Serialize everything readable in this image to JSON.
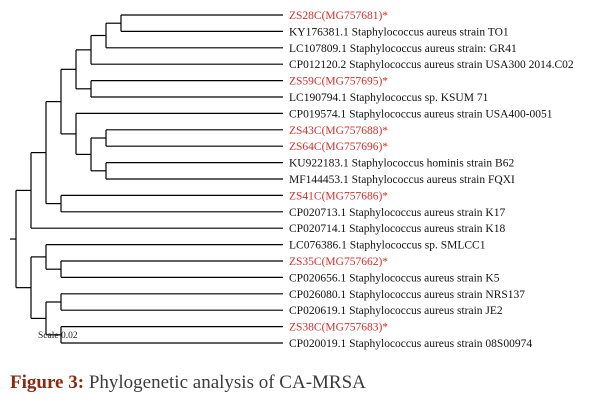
{
  "tree": {
    "root": {
      "children": [
        {
          "children": [
            {
              "children": [
                {
                  "children": [
                    {
                      "children": [
                        {
                          "children": [
                            {
                              "children": [
                                {
                                  "children": [
                                    {
                                      "label": "ZS28C(MG757681)*",
                                      "highlight": true
                                    },
                                    {
                                      "label": "KY176381.1 Staphylococcus aureus strain TO1"
                                    }
                                  ]
                                },
                                {
                                  "label": "LC107809.1 Staphylococcus aureus strain: GR41"
                                }
                              ]
                            },
                            {
                              "label": "CP012120.2 Staphylococcus aureus strain USA300 2014.C02"
                            }
                          ]
                        },
                        {
                          "children": [
                            {
                              "label": "ZS59C(MG757695)*",
                              "highlight": true
                            },
                            {
                              "label": "LC190794.1 Staphylococcus sp. KSUM 71"
                            }
                          ]
                        }
                      ]
                    },
                    {
                      "children": [
                        {
                          "label": "CP019574.1 Staphylococcus aureus strain USA400-0051"
                        },
                        {
                          "children": [
                            {
                              "children": [
                                {
                                  "label": "ZS43C(MG757688)*",
                                  "highlight": true
                                },
                                {
                                  "label": "ZS64C(MG757696)*",
                                  "highlight": true
                                }
                              ]
                            },
                            {
                              "children": [
                                {
                                  "label": "KU922183.1 Staphylococcus hominis strain B62"
                                },
                                {
                                  "label": "MF144453.1 Staphylococcus aureus strain FQXI"
                                }
                              ]
                            }
                          ]
                        }
                      ]
                    }
                  ]
                },
                {
                  "children": [
                    {
                      "label": "ZS41C(MG757686)*",
                      "highlight": true
                    },
                    {
                      "label": "CP020713.1 Staphylococcus aureus strain K17"
                    }
                  ]
                }
              ]
            },
            {
              "label": "CP020714.1 Staphylococcus aureus strain K18"
            }
          ]
        },
        {
          "children": [
            {
              "children": [
                {
                  "label": "LC076386.1 Staphylococcus sp. SMLCC1"
                },
                {
                  "children": [
                    {
                      "label": "ZS35C(MG757662)*",
                      "highlight": true
                    },
                    {
                      "label": "CP020656.1 Staphylococcus aureus strain K5"
                    }
                  ]
                }
              ]
            },
            {
              "children": [
                {
                  "children": [
                    {
                      "label": "CP026080.1 Staphylococcus aureus strain NRS137"
                    },
                    {
                      "label": "CP020619.1 Staphylococcus aureus strain JE2"
                    }
                  ]
                },
                {
                  "children": [
                    {
                      "label": "ZS38C(MG757683)*",
                      "highlight": true
                    },
                    {
                      "label": "CP020019.1 Staphylococcus aureus strain 08S00974"
                    }
                  ]
                }
              ]
            }
          ]
        }
      ]
    }
  },
  "scale_label": "Scale 0.02",
  "caption": {
    "label": "Figure 3:",
    "text": " Phylogenetic analysis of CA-MRSA"
  },
  "colors": {
    "highlight": "#d0302c",
    "normal": "#111111",
    "branch": "#000000",
    "caption_label": "#8b2a12"
  }
}
